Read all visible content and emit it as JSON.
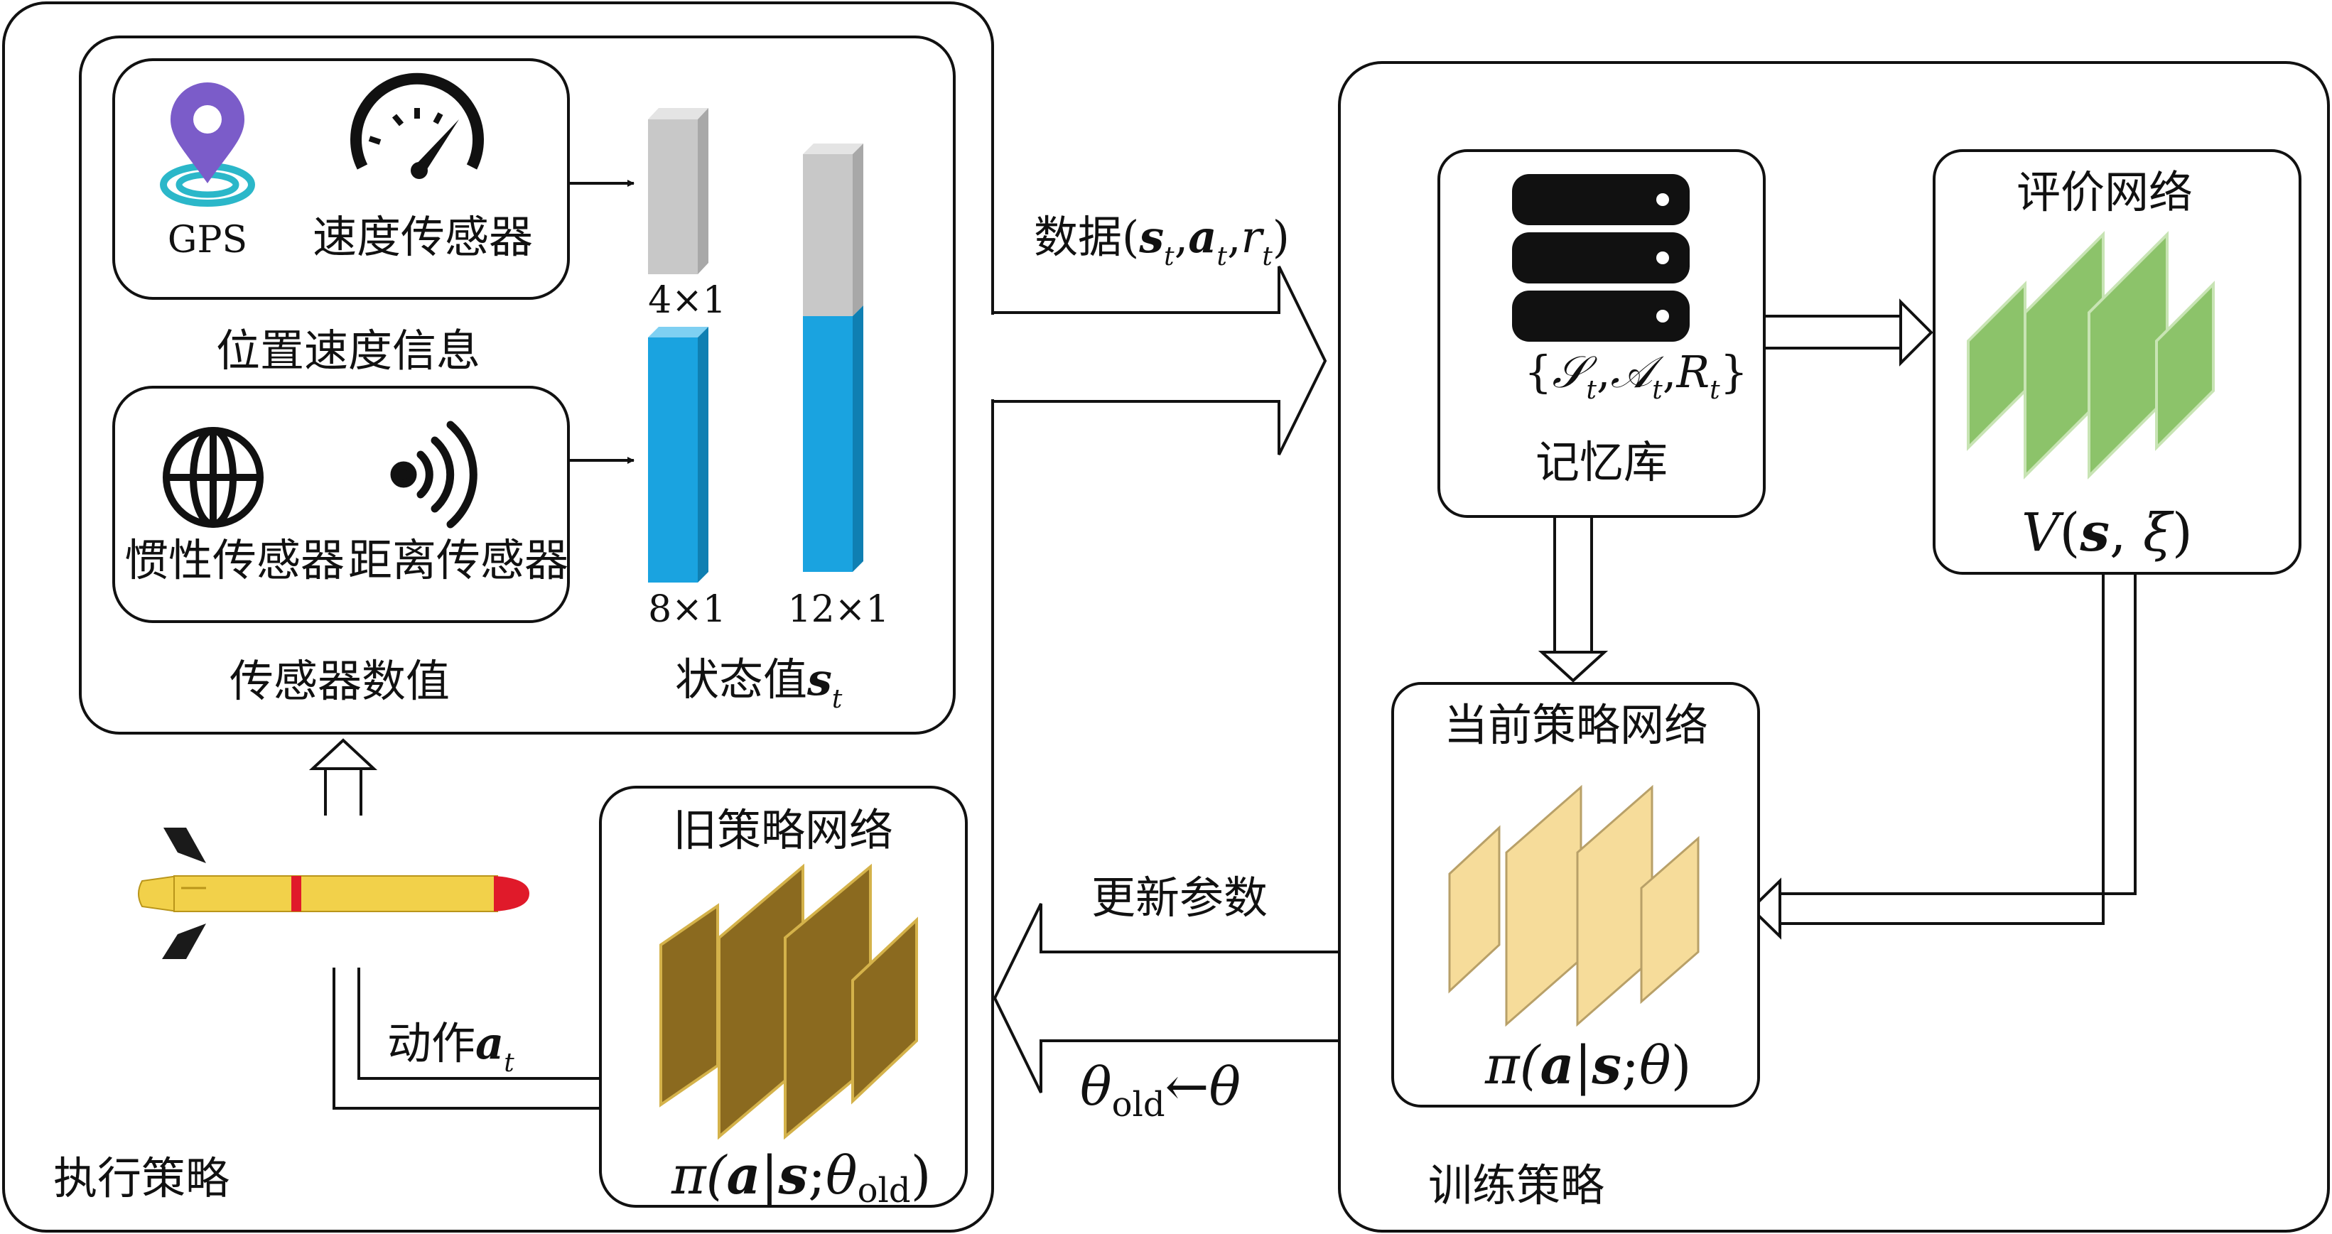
{
  "left_panel": {
    "title": "执行策略",
    "sensor_box": {
      "gps_label": "GPS",
      "speed_label": "速度传感器",
      "group1_label": "位置速度信息",
      "imu_label": "惯性传感器",
      "range_label": "距离传感器",
      "group2_label": "传感器数值",
      "dim_pos": "4×1",
      "dim_sensor": "8×1",
      "dim_state": "12×1",
      "state_label": "状态值",
      "state_symbol": "s",
      "state_sub": "t"
    },
    "action_label": "动作",
    "action_symbol": "a",
    "action_sub": "t",
    "old_policy": {
      "title": "旧策略网络",
      "formula_pi": "π(",
      "formula_a": "a",
      "formula_bar": "|",
      "formula_s": "s",
      "formula_semi": ";",
      "formula_theta": "θ",
      "formula_sub": "old",
      "formula_close": ")"
    }
  },
  "arrows": {
    "data_label": "数据(",
    "data_s": "s",
    "data_a": "a",
    "data_r": "r",
    "data_sub": "t",
    "data_comma": ",",
    "data_close": ")",
    "update_label": "更新参数",
    "theta_old": "θ",
    "theta_old_sub": "old",
    "theta_arrow": "←θ"
  },
  "right_panel": {
    "title": "训练策略",
    "memory": {
      "label": "记忆库",
      "set_open": "{",
      "set_S": "𝒮",
      "set_A": "𝒜",
      "set_R": "R",
      "set_sub": "t",
      "set_comma": ",",
      "set_close": "}"
    },
    "critic": {
      "title": "评价网络",
      "formula_V": "V",
      "formula_open": "(",
      "formula_s": "s",
      "formula_comma": ", ",
      "formula_xi": "ξ",
      "formula_close": ")"
    },
    "current_policy": {
      "title": "当前策略网络",
      "formula_pi": "π(",
      "formula_a": "a",
      "formula_bar": "|",
      "formula_s": "s",
      "formula_semi": ";",
      "formula_theta": "θ",
      "formula_close": ")"
    }
  },
  "colors": {
    "grey_bar": "#c8c8c8",
    "blue_bar": "#1aa3e0",
    "critic_green": "#8cc36a",
    "current_yellow": "#f6dc9a",
    "old_brown": "#8b6a1f",
    "torpedo_yellow": "#f2d14a",
    "torpedo_red": "#e01a2a",
    "gps_purple": "#7b5cc9",
    "gps_cyan": "#2bb7c9"
  }
}
